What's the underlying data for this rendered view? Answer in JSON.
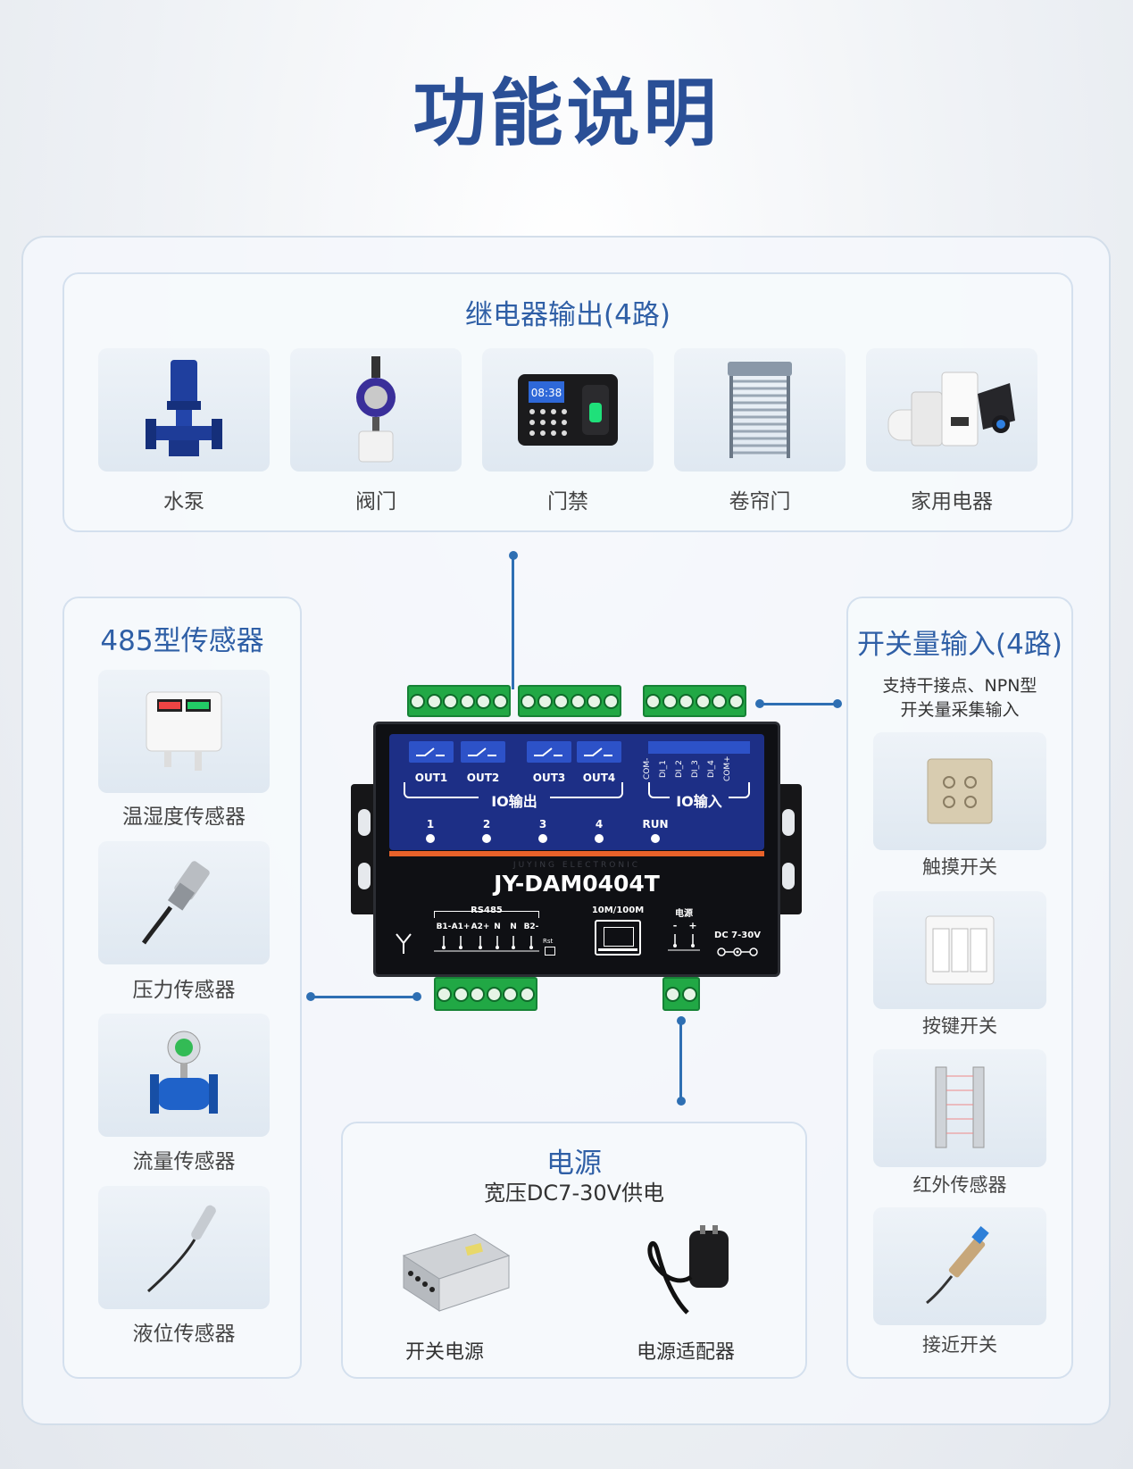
{
  "title": "功能说明",
  "relay": {
    "title": "继电器输出(4路)",
    "items": [
      "水泵",
      "阀门",
      "门禁",
      "卷帘门",
      "家用电器"
    ],
    "clock": "08:38"
  },
  "sensor485": {
    "title": "485型传感器",
    "items": [
      "温湿度传感器",
      "压力传感器",
      "流量传感器",
      "液位传感器"
    ]
  },
  "switch_input": {
    "title": "开关量输入(4路)",
    "desc1": "支持干接点、NPN型",
    "desc2": "开关量采集输入",
    "items": [
      "触摸开关",
      "按键开关",
      "红外传感器",
      "接近开关"
    ]
  },
  "power": {
    "title": "电源",
    "subtitle": "宽压DC7-30V供电",
    "items": [
      "开关电源",
      "电源适配器"
    ]
  },
  "device": {
    "model": "JY-DAM0404T",
    "outputs": [
      "OUT1",
      "OUT2",
      "OUT3",
      "OUT4"
    ],
    "io_out_label": "IO输出",
    "io_in_label": "IO输入",
    "inputs": [
      "COM-",
      "DI_1",
      "DI_2",
      "DI_3",
      "DI_4",
      "COM+"
    ],
    "leds": [
      "1",
      "2",
      "3",
      "4",
      "RUN"
    ],
    "rs485_label": "RS485",
    "rs485_pins": [
      "B1-",
      "A1+",
      "A2+",
      "N",
      "N",
      "B2-"
    ],
    "rst_label": "Rst",
    "eth_label": "10M/100M",
    "power_label": "电源",
    "power_pins": [
      "-",
      "+"
    ],
    "dc_label": "DC 7-30V",
    "watermark": "JUYING ELECTRONIC"
  }
}
